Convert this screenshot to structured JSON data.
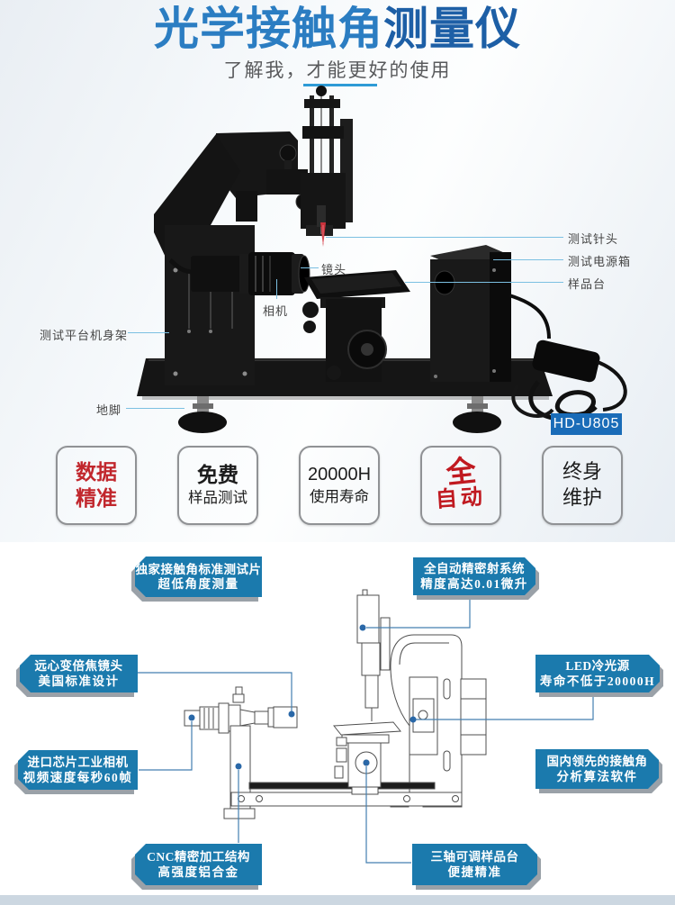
{
  "header": {
    "title_part1": "光学接触角",
    "title_part2": "测量仪",
    "subtitle": "了解我，才能更好的使用"
  },
  "photo": {
    "badge": "HD-U805",
    "labels": {
      "needle": "测试针头",
      "power_box": "测试电源箱",
      "stage": "样品台",
      "lens": "镜头",
      "camera": "相机",
      "frame": "测试平台机身架",
      "foot": "地脚"
    }
  },
  "features": [
    {
      "line1": "数据",
      "line2": "精准"
    },
    {
      "line1": "免费",
      "line2": "样品测试"
    },
    {
      "line1": "20000H",
      "line2": "使用寿命"
    },
    {
      "line1": "全",
      "line2": "自动"
    },
    {
      "line1": "终身",
      "line2": "维护"
    }
  ],
  "callouts": {
    "test_plate": {
      "line1": "独家接触角标准测试片",
      "line2": "超低角度测量"
    },
    "dosing": {
      "line1": "全自动精密射系统",
      "line2": "精度高达0.01微升"
    },
    "lens": {
      "line1": "远心变倍焦镜头",
      "line2": "美国标准设计"
    },
    "led": {
      "line1": "LED冷光源",
      "line2": "寿命不低于20000H"
    },
    "camera": {
      "line1": "进口芯片工业相机",
      "line2": "视频速度每秒60帧"
    },
    "software": {
      "line1": "国内领先的接触角",
      "line2": "分析算法软件"
    },
    "cnc": {
      "line1": "CNC精密加工结构",
      "line2": "高强度铝合金"
    },
    "stage": {
      "line1": "三轴可调样品台",
      "line2": "便捷精准"
    }
  },
  "colors": {
    "title_blue_light": "#2b7dc2",
    "title_blue_dark": "#1d5fa6",
    "underline_blue": "#2e9bd6",
    "callout_blue": "#1b7aad",
    "badge_blue": "#1a6cb8",
    "accent_red": "#c1272d",
    "label_line_blue": "#7cc0e2"
  }
}
